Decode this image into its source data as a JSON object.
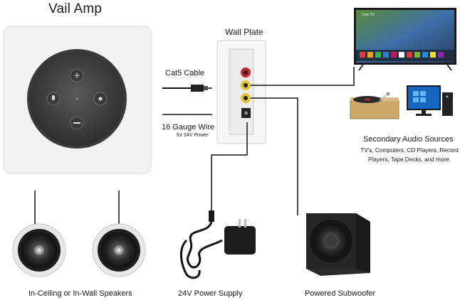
{
  "title": "Vail Amp",
  "wall_plate": {
    "title": "Wall Plate"
  },
  "cables": {
    "cat5": "Cat5 Cable",
    "wire": "16 Gauge Wire",
    "wire_sub": "for 24V Power"
  },
  "tv_screen_text": "Live TV",
  "secondary": {
    "title": "Secondary Audio Sources",
    "description": "TV's, Computers, CD Players, Record Players, Tape Decks, and more."
  },
  "labels": {
    "speakers": "In-Ceiling or In-Wall Speakers",
    "power_supply": "24V Power Supply",
    "subwoofer": "Powered Subwoofer"
  },
  "colors": {
    "panel": "#f2f2f2",
    "amp_top": "#4a4a4a",
    "rca_red": "#c4262e",
    "rca_yellow": "#e6c23a",
    "line": "#111111"
  }
}
